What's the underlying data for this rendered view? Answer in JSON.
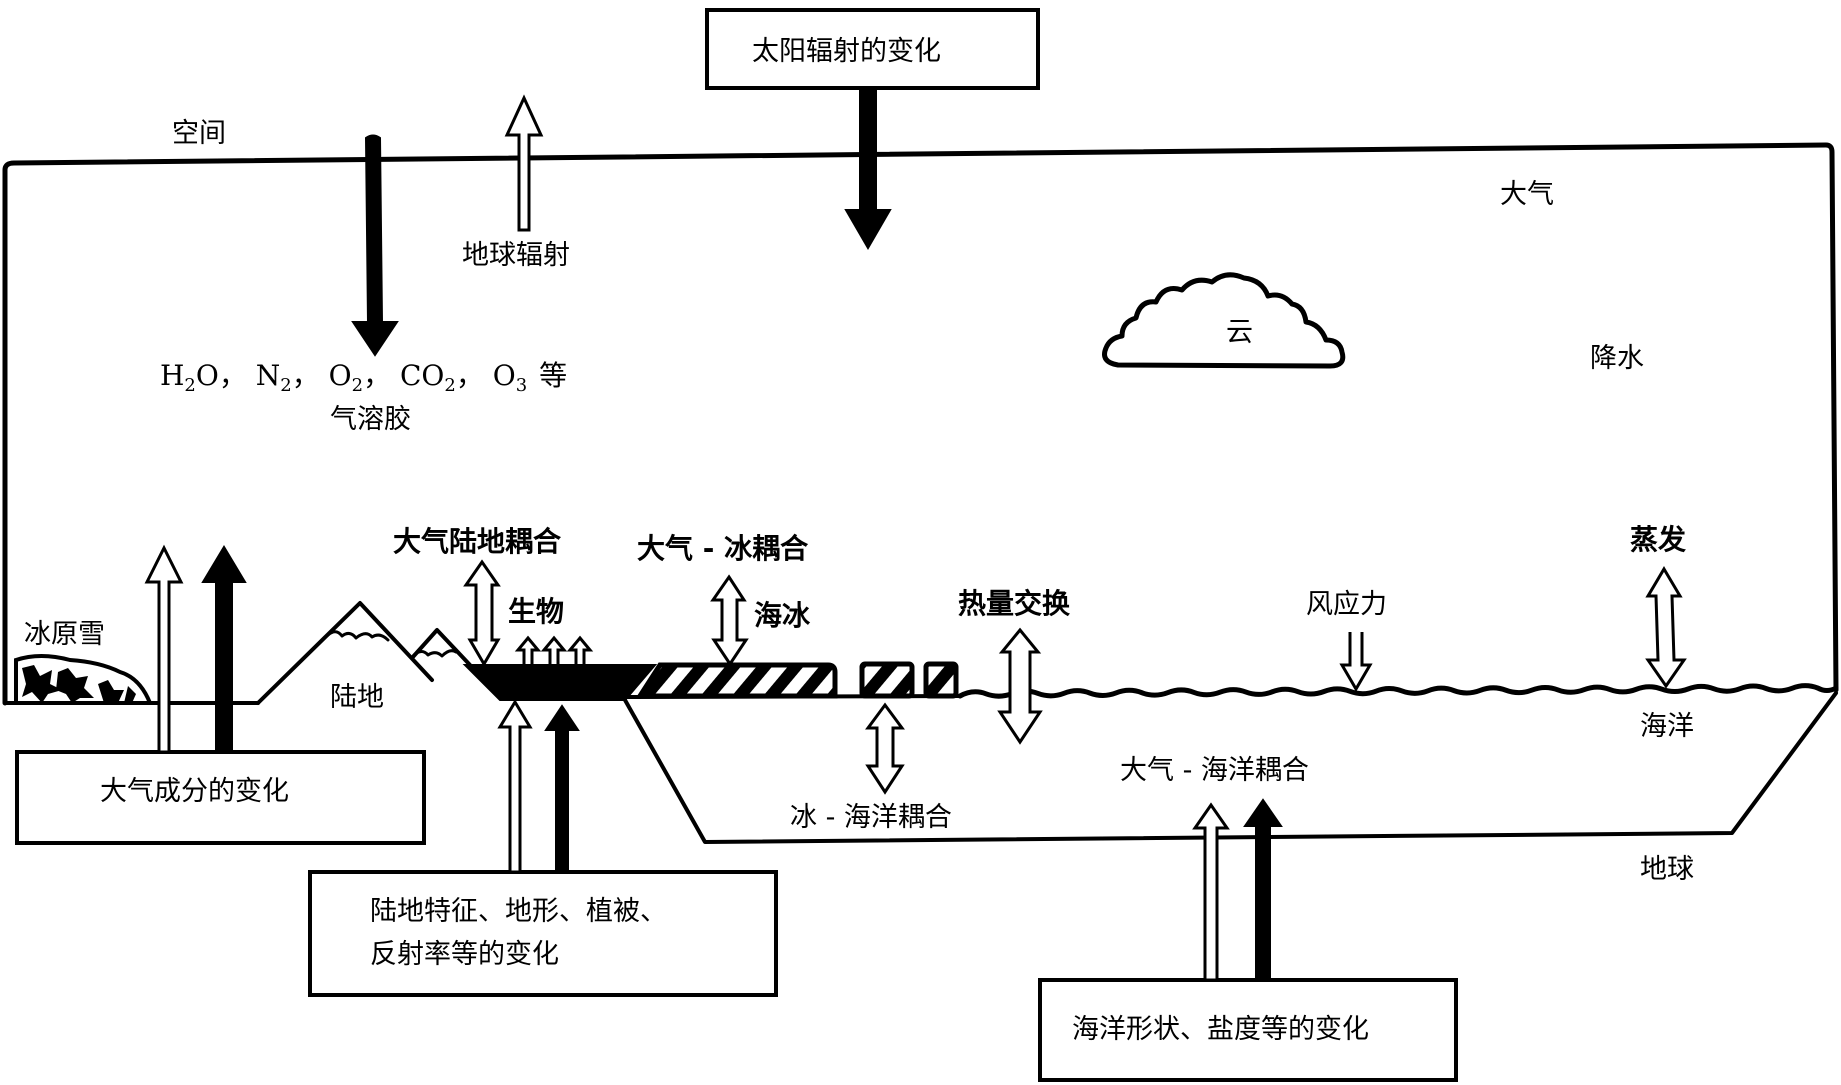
{
  "title": "气候系统示意图",
  "forcing_boxes": {
    "solar": "太阳辐射的变化",
    "atmosphere_composition": "大气成分的变化",
    "land_line1": "陆地特征、地形、植被、",
    "land_line2": "反射率等的变化",
    "ocean": "海洋形状、盐度等的变化"
  },
  "labels": {
    "space": "空间",
    "atmosphere": "大气",
    "terrestrial_radiation": "地球辐射",
    "gases": {
      "items": [
        {
          "base": "H",
          "sub": "2",
          "tail": "O"
        },
        {
          "base": "N",
          "sub": "2",
          "tail": ""
        },
        {
          "base": "O",
          "sub": "2",
          "tail": ""
        },
        {
          "base": "CO",
          "sub": "2",
          "tail": ""
        },
        {
          "base": "O",
          "sub": "3",
          "tail": ""
        }
      ],
      "separator": "，",
      "suffix": "等"
    },
    "aerosol": "气溶胶",
    "cloud": "云",
    "precipitation": "降水",
    "ice_snow": "冰原雪",
    "land": "陆地",
    "atmos_land_coupling": "大气陆地耦合",
    "biota": "生物",
    "atmos_ice_coupling": "大气 - 冰耦合",
    "sea_ice": "海冰",
    "heat_exchange": "热量交换",
    "wind_stress": "风应力",
    "evaporation": "蒸发",
    "ocean": "海洋",
    "ice_ocean_coupling": "冰 - 海洋耦合",
    "atmos_ocean_coupling": "大气 - 海洋耦合",
    "earth": "地球"
  },
  "legend_arrows": {
    "hollow": "hollow-arrow",
    "solid": "solid-arrow"
  }
}
